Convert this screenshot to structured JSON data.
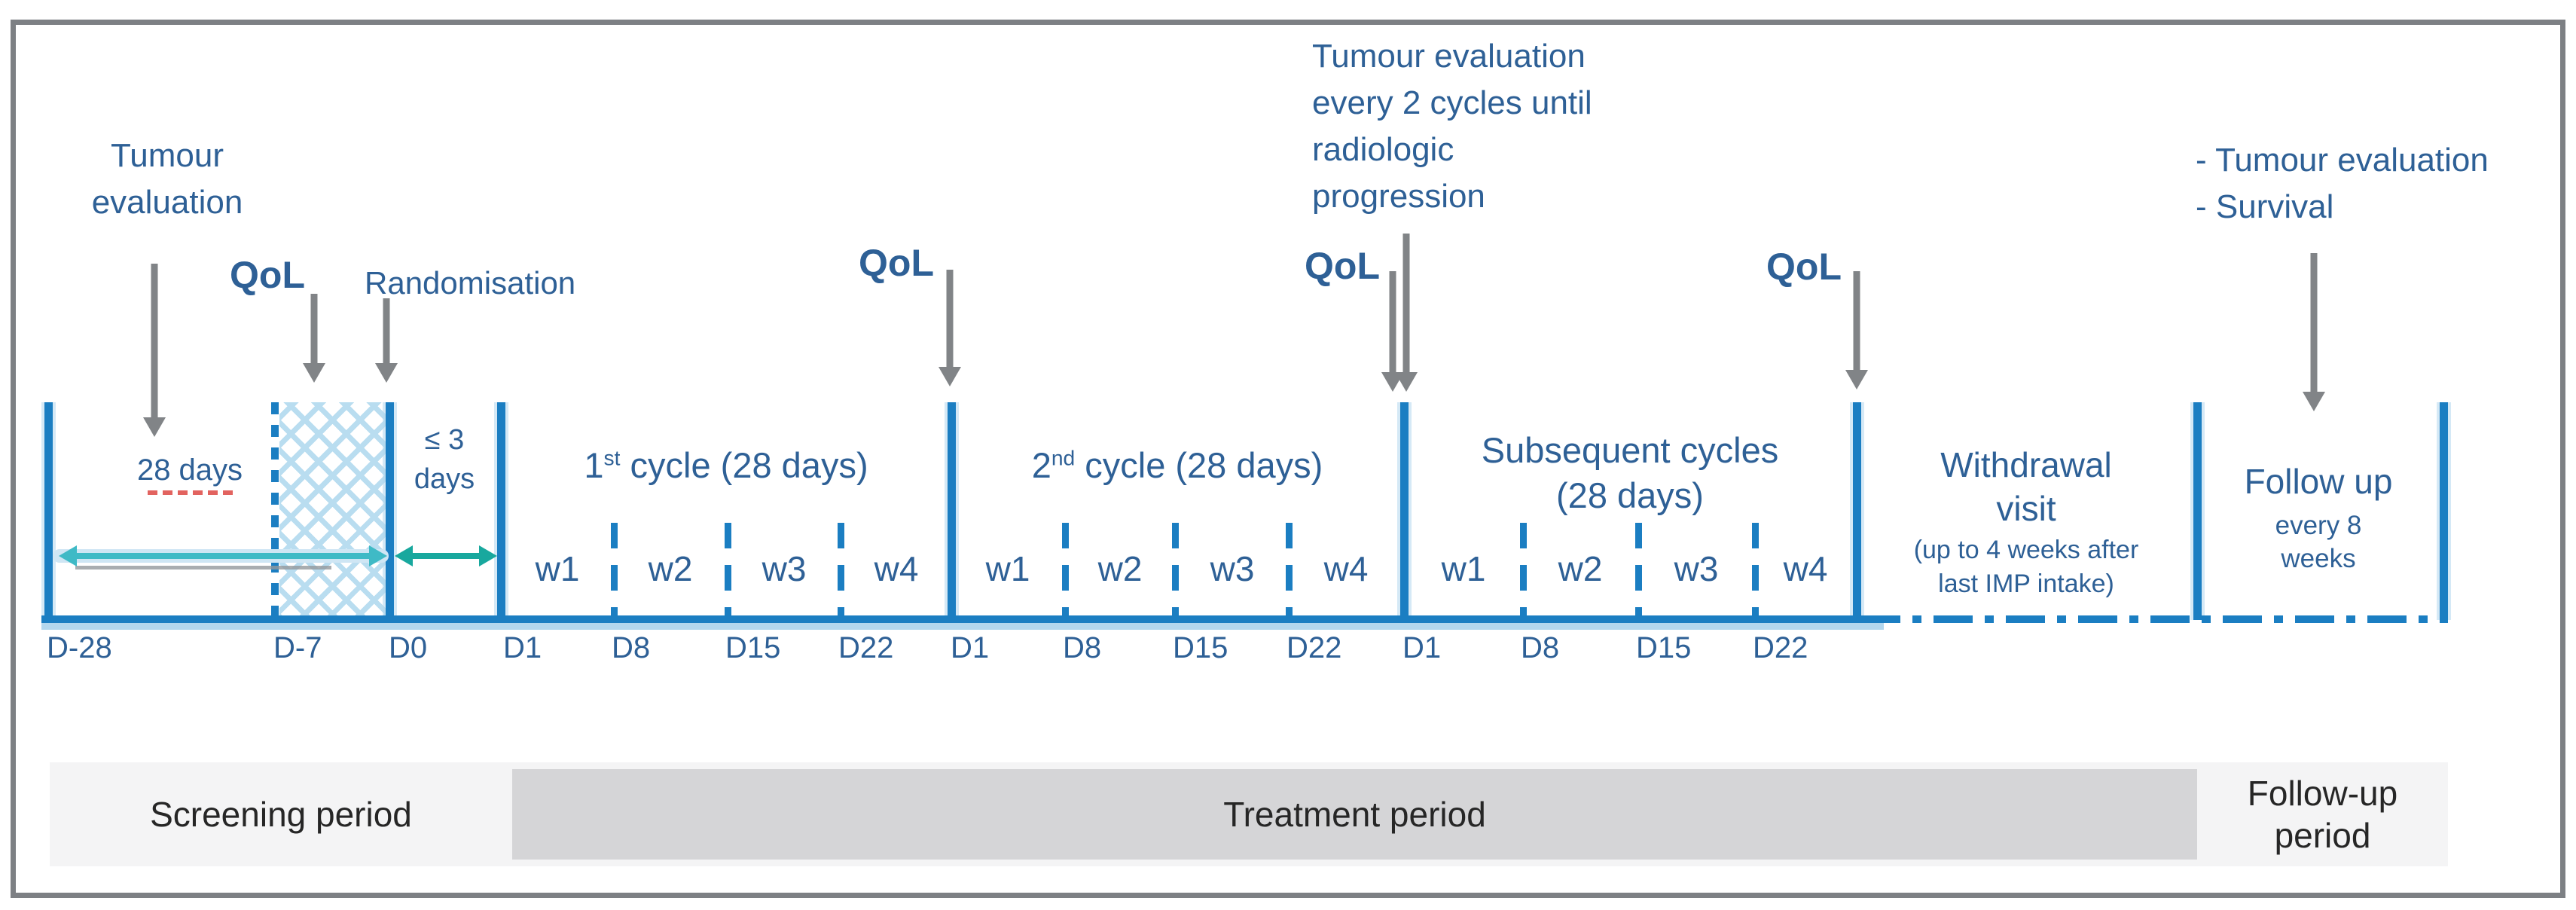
{
  "annotations": {
    "screening_tumour_evaluation": "Tumour\nevaluation",
    "qol": "QoL",
    "randomisation": "Randomisation",
    "ongoing_tumour_evaluation": "Tumour evaluation\nevery 2 cycles until\nradiologic\nprogression",
    "followup_assessments": "- Tumour evaluation\n- Survival"
  },
  "timeline": {
    "screening_duration": "28 days",
    "randomisation_window": "≤ 3\ndays",
    "screening_ticks": [
      "D-28",
      "D-7",
      "D0"
    ],
    "cycles": [
      {
        "ordinal": "1",
        "suffix": "st",
        "title_rest": " cycle (28 days)",
        "weeks": [
          "w1",
          "w2",
          "w3",
          "w4"
        ],
        "ticks": [
          "D1",
          "D8",
          "D15",
          "D22"
        ]
      },
      {
        "ordinal": "2",
        "suffix": "nd",
        "title_rest": " cycle (28 days)",
        "weeks": [
          "w1",
          "w2",
          "w3",
          "w4"
        ],
        "ticks": [
          "D1",
          "D8",
          "D15",
          "D22"
        ]
      },
      {
        "title": "Subsequent cycles\n(28 days)",
        "weeks": [
          "w1",
          "w2",
          "w3",
          "w4"
        ],
        "ticks": [
          "D1",
          "D8",
          "D15",
          "D22"
        ]
      }
    ],
    "withdrawal": {
      "title": "Withdrawal\nvisit",
      "note": "(up to 4 weeks after\nlast IMP intake)"
    },
    "followup": {
      "title": "Follow up",
      "note": "every 8\nweeks"
    }
  },
  "periods": {
    "screening": "Screening period",
    "treatment": "Treatment period",
    "followup": "Follow-up period"
  },
  "colors": {
    "bar_blue": "#1b7ec2",
    "halo_blue": "#b3d7ee",
    "label_blue": "#2e6096",
    "teal": "#3fbac6",
    "teal_dark": "#18a89e",
    "arrow_gray": "#818487",
    "underline_red": "#e2635f",
    "band_light": "#f4f4f5",
    "band_dark": "#d5d5d7",
    "frame_gray": "#7d8084",
    "text_dark": "#262626"
  }
}
